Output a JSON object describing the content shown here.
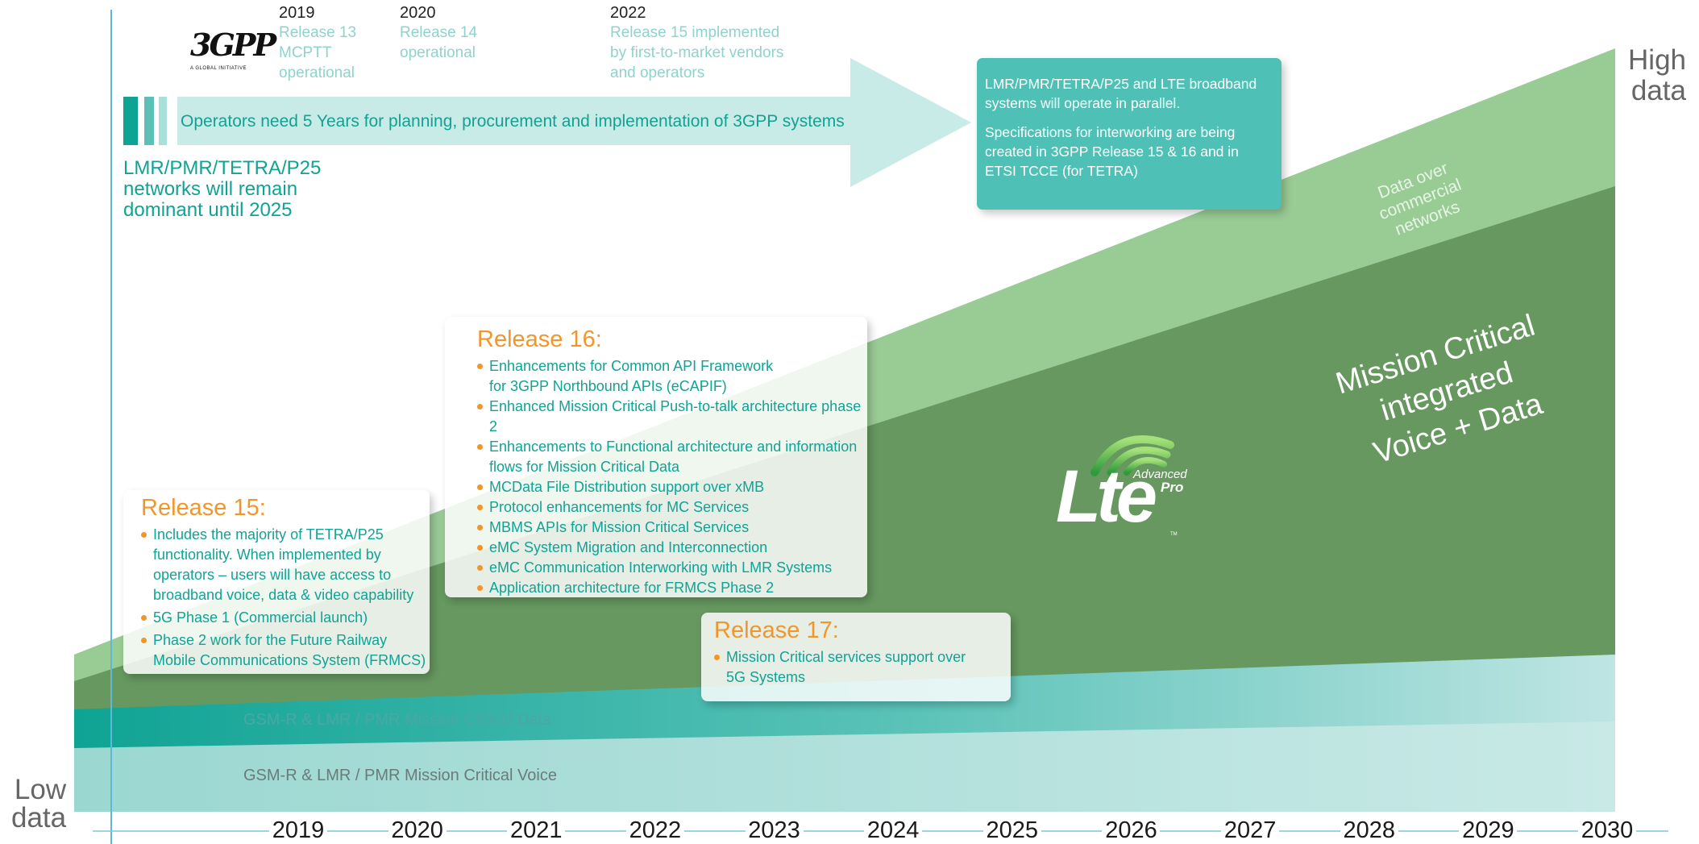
{
  "timeline": {
    "years": [
      "2019",
      "2020",
      "2021",
      "2022",
      "2023",
      "2024",
      "2025",
      "2026",
      "2027",
      "2028",
      "2029",
      "2030"
    ]
  },
  "top_milestones": [
    {
      "year": "2019",
      "text": [
        "Release 13",
        "MCPTT",
        "operational"
      ]
    },
    {
      "year": "2020",
      "text": [
        "Release 14",
        "operational"
      ]
    },
    {
      "year": "2022",
      "text": [
        "Release 15 implemented",
        "by first-to-market vendors",
        "and operators"
      ]
    }
  ],
  "logo_3gpp": {
    "mark": "3GPP",
    "tagline": "A GLOBAL INITIATIVE"
  },
  "arrow_text": "Operators need 5 Years for planning, procurement and implementation of 3GPP systems",
  "lmr_note": [
    "LMR/PMR/TETRA/P25",
    "networks will remain",
    "dominant until 2025"
  ],
  "parallel_box": {
    "p1": [
      "LMR/PMR/TETRA/P25 and LTE broadband",
      "systems will operate in parallel."
    ],
    "p2": [
      "Specifications for interworking are being",
      "created in 3GPP  Release 15 & 16 and in",
      "ETSI TCCE (for TETRA)"
    ]
  },
  "y_labels": {
    "high": [
      "High",
      "data"
    ],
    "low": [
      "Low",
      "data"
    ]
  },
  "bands": {
    "data_commercial": [
      "Data over",
      "commercial",
      "networks"
    ],
    "mission_critical": [
      "Mission Critical",
      "integrated",
      "Voice + Data"
    ],
    "mc_data": "GSM-R & LMR / PMR Mission Critical Data",
    "mc_voice": "GSM-R & LMR / PMR Mission Critical Voice"
  },
  "lte_logo": {
    "word": "Lte",
    "advanced": "Advanced",
    "pro": "Pro",
    "tm": "TM"
  },
  "release15": {
    "title": "Release 15:",
    "items": [
      [
        "Includes the majority of TETRA/P25",
        "functionality. When implemented by",
        "operators – users will have access to",
        "broadband voice, data & video capability"
      ],
      [
        "5G Phase 1 (Commercial launch)"
      ],
      [
        "Phase 2 work for the Future Railway",
        "Mobile Communications System (FRMCS)"
      ]
    ]
  },
  "release16": {
    "title": "Release 16:",
    "items": [
      [
        "Enhancements for Common API Framework",
        "for 3GPP Northbound APIs (eCAPIF)"
      ],
      [
        "Enhanced Mission Critical Push-to-talk architecture phase 2"
      ],
      [
        "Enhancements to Functional architecture and information",
        "flows for Mission Critical Data"
      ],
      [
        "MCData File Distribution support over xMB"
      ],
      [
        "Protocol enhancements for MC Services"
      ],
      [
        "MBMS APIs for Mission Critical Services"
      ],
      [
        "eMC System Migration and Interconnection"
      ],
      [
        "eMC Communication Interworking with LMR Systems"
      ],
      [
        "Application architecture for FRMCS Phase 2"
      ]
    ]
  },
  "release17": {
    "title": "Release 17:",
    "items": [
      [
        "Mission Critical services support over",
        "5G Systems"
      ]
    ]
  },
  "colors": {
    "light_green": "#99cb95",
    "dark_green": "#66985f",
    "teal": "#0fa394",
    "light_teal": "#bfe5e3",
    "accent_orange": "#f0962a",
    "teal_text": "#10a396",
    "callout_teal": "#4ec0b6",
    "arrow_teal": "#c9ebe8"
  }
}
